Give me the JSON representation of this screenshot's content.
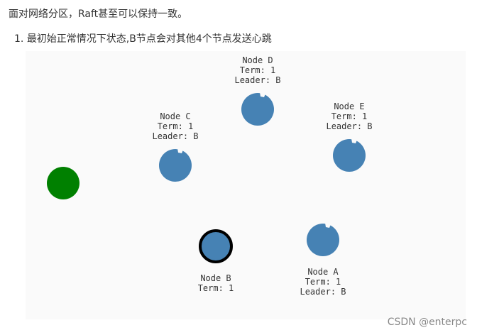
{
  "intro_text": "面对网络分区，Raft甚至可以保持一致。",
  "step": {
    "number": "1.",
    "text": "最初始正常情况下状态,B节点会对其他4个节点发送心跳"
  },
  "diagram": {
    "nodes": [
      {
        "id": "D",
        "label": "Node D",
        "term": "Term: 1",
        "leader": "Leader: B",
        "role": "follower"
      },
      {
        "id": "C",
        "label": "Node C",
        "term": "Term: 1",
        "leader": "Leader: B",
        "role": "follower"
      },
      {
        "id": "E",
        "label": "Node E",
        "term": "Term: 1",
        "leader": "Leader: B",
        "role": "follower"
      },
      {
        "id": "B",
        "label": "Node B",
        "term": "Term: 1",
        "leader": "",
        "role": "leader"
      },
      {
        "id": "A",
        "label": "Node A",
        "term": "Term: 1",
        "leader": "Leader: B",
        "role": "follower"
      }
    ],
    "message": {
      "color": "#008000",
      "kind": "heartbeat"
    },
    "colors": {
      "node_fill": "#4682b4",
      "leader_stroke": "#000000",
      "label": "#333333",
      "canvas_bg": "#fafafa"
    }
  },
  "watermark": "CSDN @enterpc"
}
